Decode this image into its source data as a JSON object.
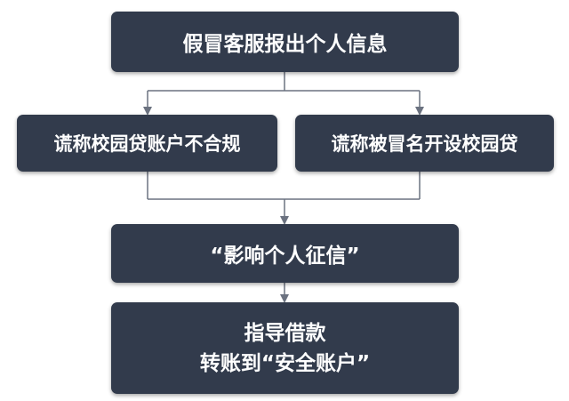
{
  "nodes": {
    "top": "假冒客服报出个人信息",
    "left": "谎称校园贷账户不合规",
    "right": "谎称被冒名开设校园贷",
    "middle": "“影响个人征信”",
    "bottom_line1": "指导借款",
    "bottom_line2": "转账到“安全账户”"
  },
  "colors": {
    "node_fill": "#323b4c",
    "node_text": "#ffffff",
    "connector": "#6b7280",
    "background": "#ffffff"
  }
}
